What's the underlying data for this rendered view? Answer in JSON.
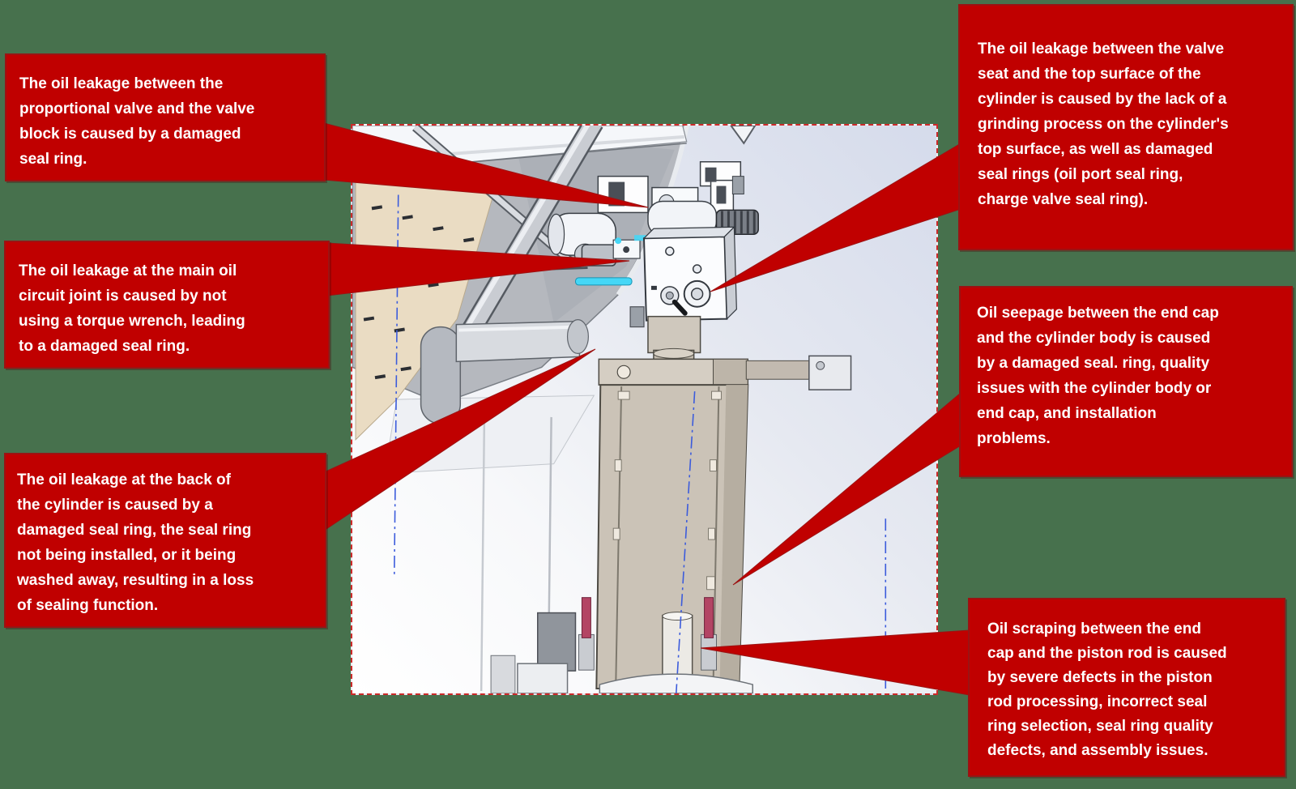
{
  "colors": {
    "background": "#47714D",
    "callout_red": "#C00000",
    "callout_border": "#9B1313",
    "text": "#FFFFFF",
    "centerline_blue": "#3B5BDC",
    "highlight_cyan": "#45D7F6"
  },
  "callouts": [
    {
      "id": "proportional-valve",
      "position": "top-left",
      "text": "The oil leakage between the\nproportional valve and the valve\nblock is caused by a damaged\nseal ring."
    },
    {
      "id": "main-oil-circuit-joint",
      "position": "middle-left",
      "text": "The oil leakage at the main oil\ncircuit joint is caused by not\nusing a torque wrench, leading\nto a damaged seal ring."
    },
    {
      "id": "cylinder-back",
      "position": "bottom-left",
      "text": "The oil leakage at the back of\nthe cylinder is caused by a\ndamaged seal ring, the seal ring\nnot being installed, or it being\nwashed away, resulting in a loss\nof sealing function."
    },
    {
      "id": "valve-seat-cylinder-top",
      "position": "top-right",
      "text": "The oil leakage between the valve\nseat and the top surface of the\ncylinder is caused by the lack of a\ngrinding process on the cylinder's\ntop surface, as well as damaged\nseal rings (oil port seal ring,\ncharge valve seal ring)."
    },
    {
      "id": "end-cap-cylinder-body",
      "position": "middle-right",
      "text": "Oil seepage between the end cap\nand the cylinder body is caused\nby a damaged seal. ring, quality\nissues with the cylinder body or\nend cap, and installation\nproblems."
    },
    {
      "id": "end-cap-piston-rod",
      "position": "bottom-right",
      "text": "Oil scraping between the end\ncap and the piston rod is caused\nby severe defects in the piston\nrod processing, incorrect seal\nring selection, seal ring quality\ndefects, and assembly issues."
    }
  ]
}
